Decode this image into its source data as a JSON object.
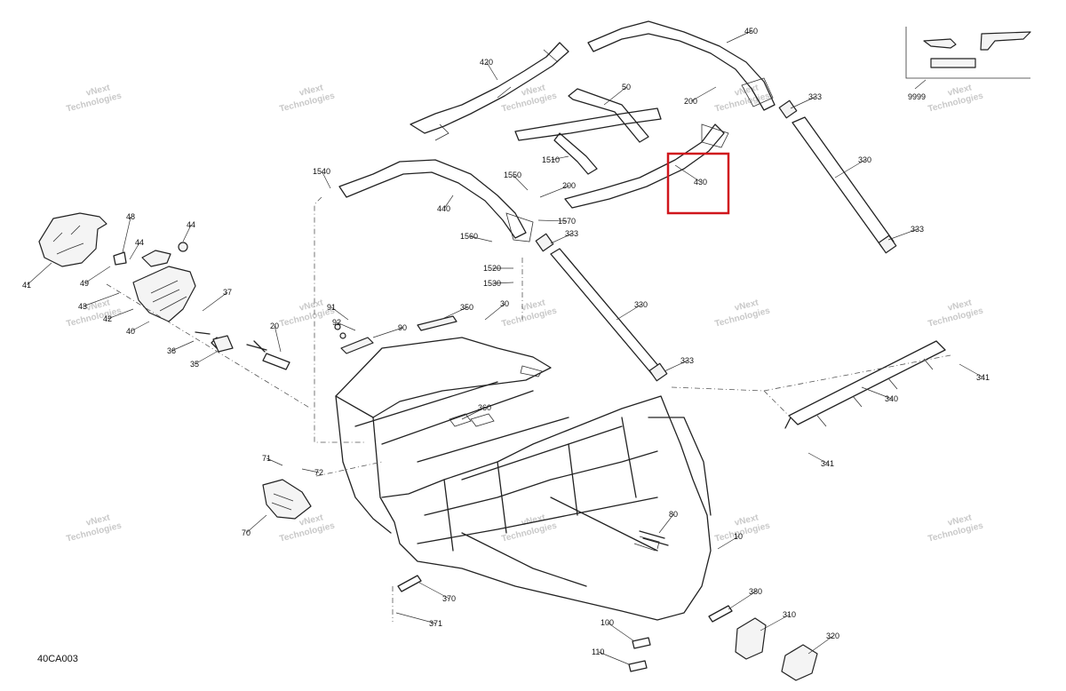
{
  "diagram_code": "40CA003",
  "watermark": {
    "line1": "vNext",
    "line2": "Technologies"
  },
  "highlight": {
    "label": "430",
    "color": "#d0161c"
  },
  "callouts": [
    {
      "id": "c450",
      "text": "450"
    },
    {
      "id": "c420",
      "text": "420"
    },
    {
      "id": "c50",
      "text": "50"
    },
    {
      "id": "c200a",
      "text": "200"
    },
    {
      "id": "c333a",
      "text": "333"
    },
    {
      "id": "c9999",
      "text": "9999"
    },
    {
      "id": "c1540",
      "text": "1540"
    },
    {
      "id": "c1550",
      "text": "1550"
    },
    {
      "id": "c200b",
      "text": "200"
    },
    {
      "id": "c1510",
      "text": "1510"
    },
    {
      "id": "c430",
      "text": "430"
    },
    {
      "id": "c330a",
      "text": "330"
    },
    {
      "id": "c440",
      "text": "440"
    },
    {
      "id": "c1570",
      "text": "1570"
    },
    {
      "id": "c1560",
      "text": "1560"
    },
    {
      "id": "c333b",
      "text": "333"
    },
    {
      "id": "c333c",
      "text": "333"
    },
    {
      "id": "c1520",
      "text": "1520"
    },
    {
      "id": "c1530",
      "text": "1530"
    },
    {
      "id": "c48",
      "text": "48"
    },
    {
      "id": "c44a",
      "text": "44"
    },
    {
      "id": "c44b",
      "text": "44"
    },
    {
      "id": "c41",
      "text": "41"
    },
    {
      "id": "c49",
      "text": "49"
    },
    {
      "id": "c37",
      "text": "37"
    },
    {
      "id": "c43",
      "text": "43"
    },
    {
      "id": "c42",
      "text": "42"
    },
    {
      "id": "c40",
      "text": "40"
    },
    {
      "id": "c36",
      "text": "36"
    },
    {
      "id": "c35",
      "text": "35"
    },
    {
      "id": "c20",
      "text": "20"
    },
    {
      "id": "c91",
      "text": "91"
    },
    {
      "id": "c92",
      "text": "92"
    },
    {
      "id": "c90",
      "text": "90"
    },
    {
      "id": "c350",
      "text": "350"
    },
    {
      "id": "c30",
      "text": "30"
    },
    {
      "id": "c330b",
      "text": "330"
    },
    {
      "id": "c333d",
      "text": "333"
    },
    {
      "id": "c341a",
      "text": "341"
    },
    {
      "id": "c340",
      "text": "340"
    },
    {
      "id": "c341b",
      "text": "341"
    },
    {
      "id": "c360",
      "text": "360"
    },
    {
      "id": "c71",
      "text": "71"
    },
    {
      "id": "c72",
      "text": "72"
    },
    {
      "id": "c70",
      "text": "70"
    },
    {
      "id": "c80",
      "text": "80"
    },
    {
      "id": "c10",
      "text": "10"
    },
    {
      "id": "c380",
      "text": "380"
    },
    {
      "id": "c370",
      "text": "370"
    },
    {
      "id": "c371",
      "text": "371"
    },
    {
      "id": "c310",
      "text": "310"
    },
    {
      "id": "c100",
      "text": "100"
    },
    {
      "id": "c320",
      "text": "320"
    },
    {
      "id": "c110",
      "text": "110"
    }
  ]
}
